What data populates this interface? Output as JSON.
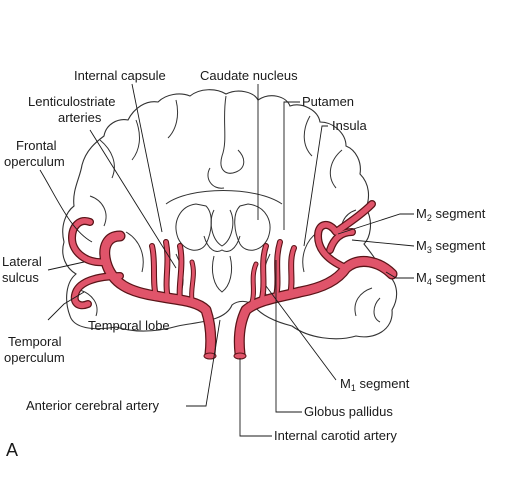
{
  "colors": {
    "artery": "#e0546a",
    "artery_outline": "#5a1418",
    "line": "#1a1a1a"
  },
  "labels": {
    "internal_capsule": "Internal capsule",
    "caudate_nucleus": "Caudate nucleus",
    "lenticulostriate_1": "Lenticulostriate",
    "lenticulostriate_2": "arteries",
    "putamen": "Putamen",
    "insula": "Insula",
    "frontal_1": "Frontal",
    "frontal_2": "operculum",
    "m2": "M",
    "m2_sub": "2",
    "m2_rest": " segment",
    "m3": "M",
    "m3_sub": "3",
    "m3_rest": " segment",
    "m4": "M",
    "m4_sub": "4",
    "m4_rest": " segment",
    "lateral_1": "Lateral",
    "lateral_2": "sulcus",
    "temporal_lobe": "Temporal lobe",
    "temporal_op_1": "Temporal",
    "temporal_op_2": "operculum",
    "m1": "M",
    "m1_sub": "1",
    "m1_rest": " segment",
    "anterior_cerebral": "Anterior cerebral artery",
    "globus_pallidus": "Globus pallidus",
    "internal_carotid": "Internal carotid artery",
    "panel_letter": "A"
  }
}
